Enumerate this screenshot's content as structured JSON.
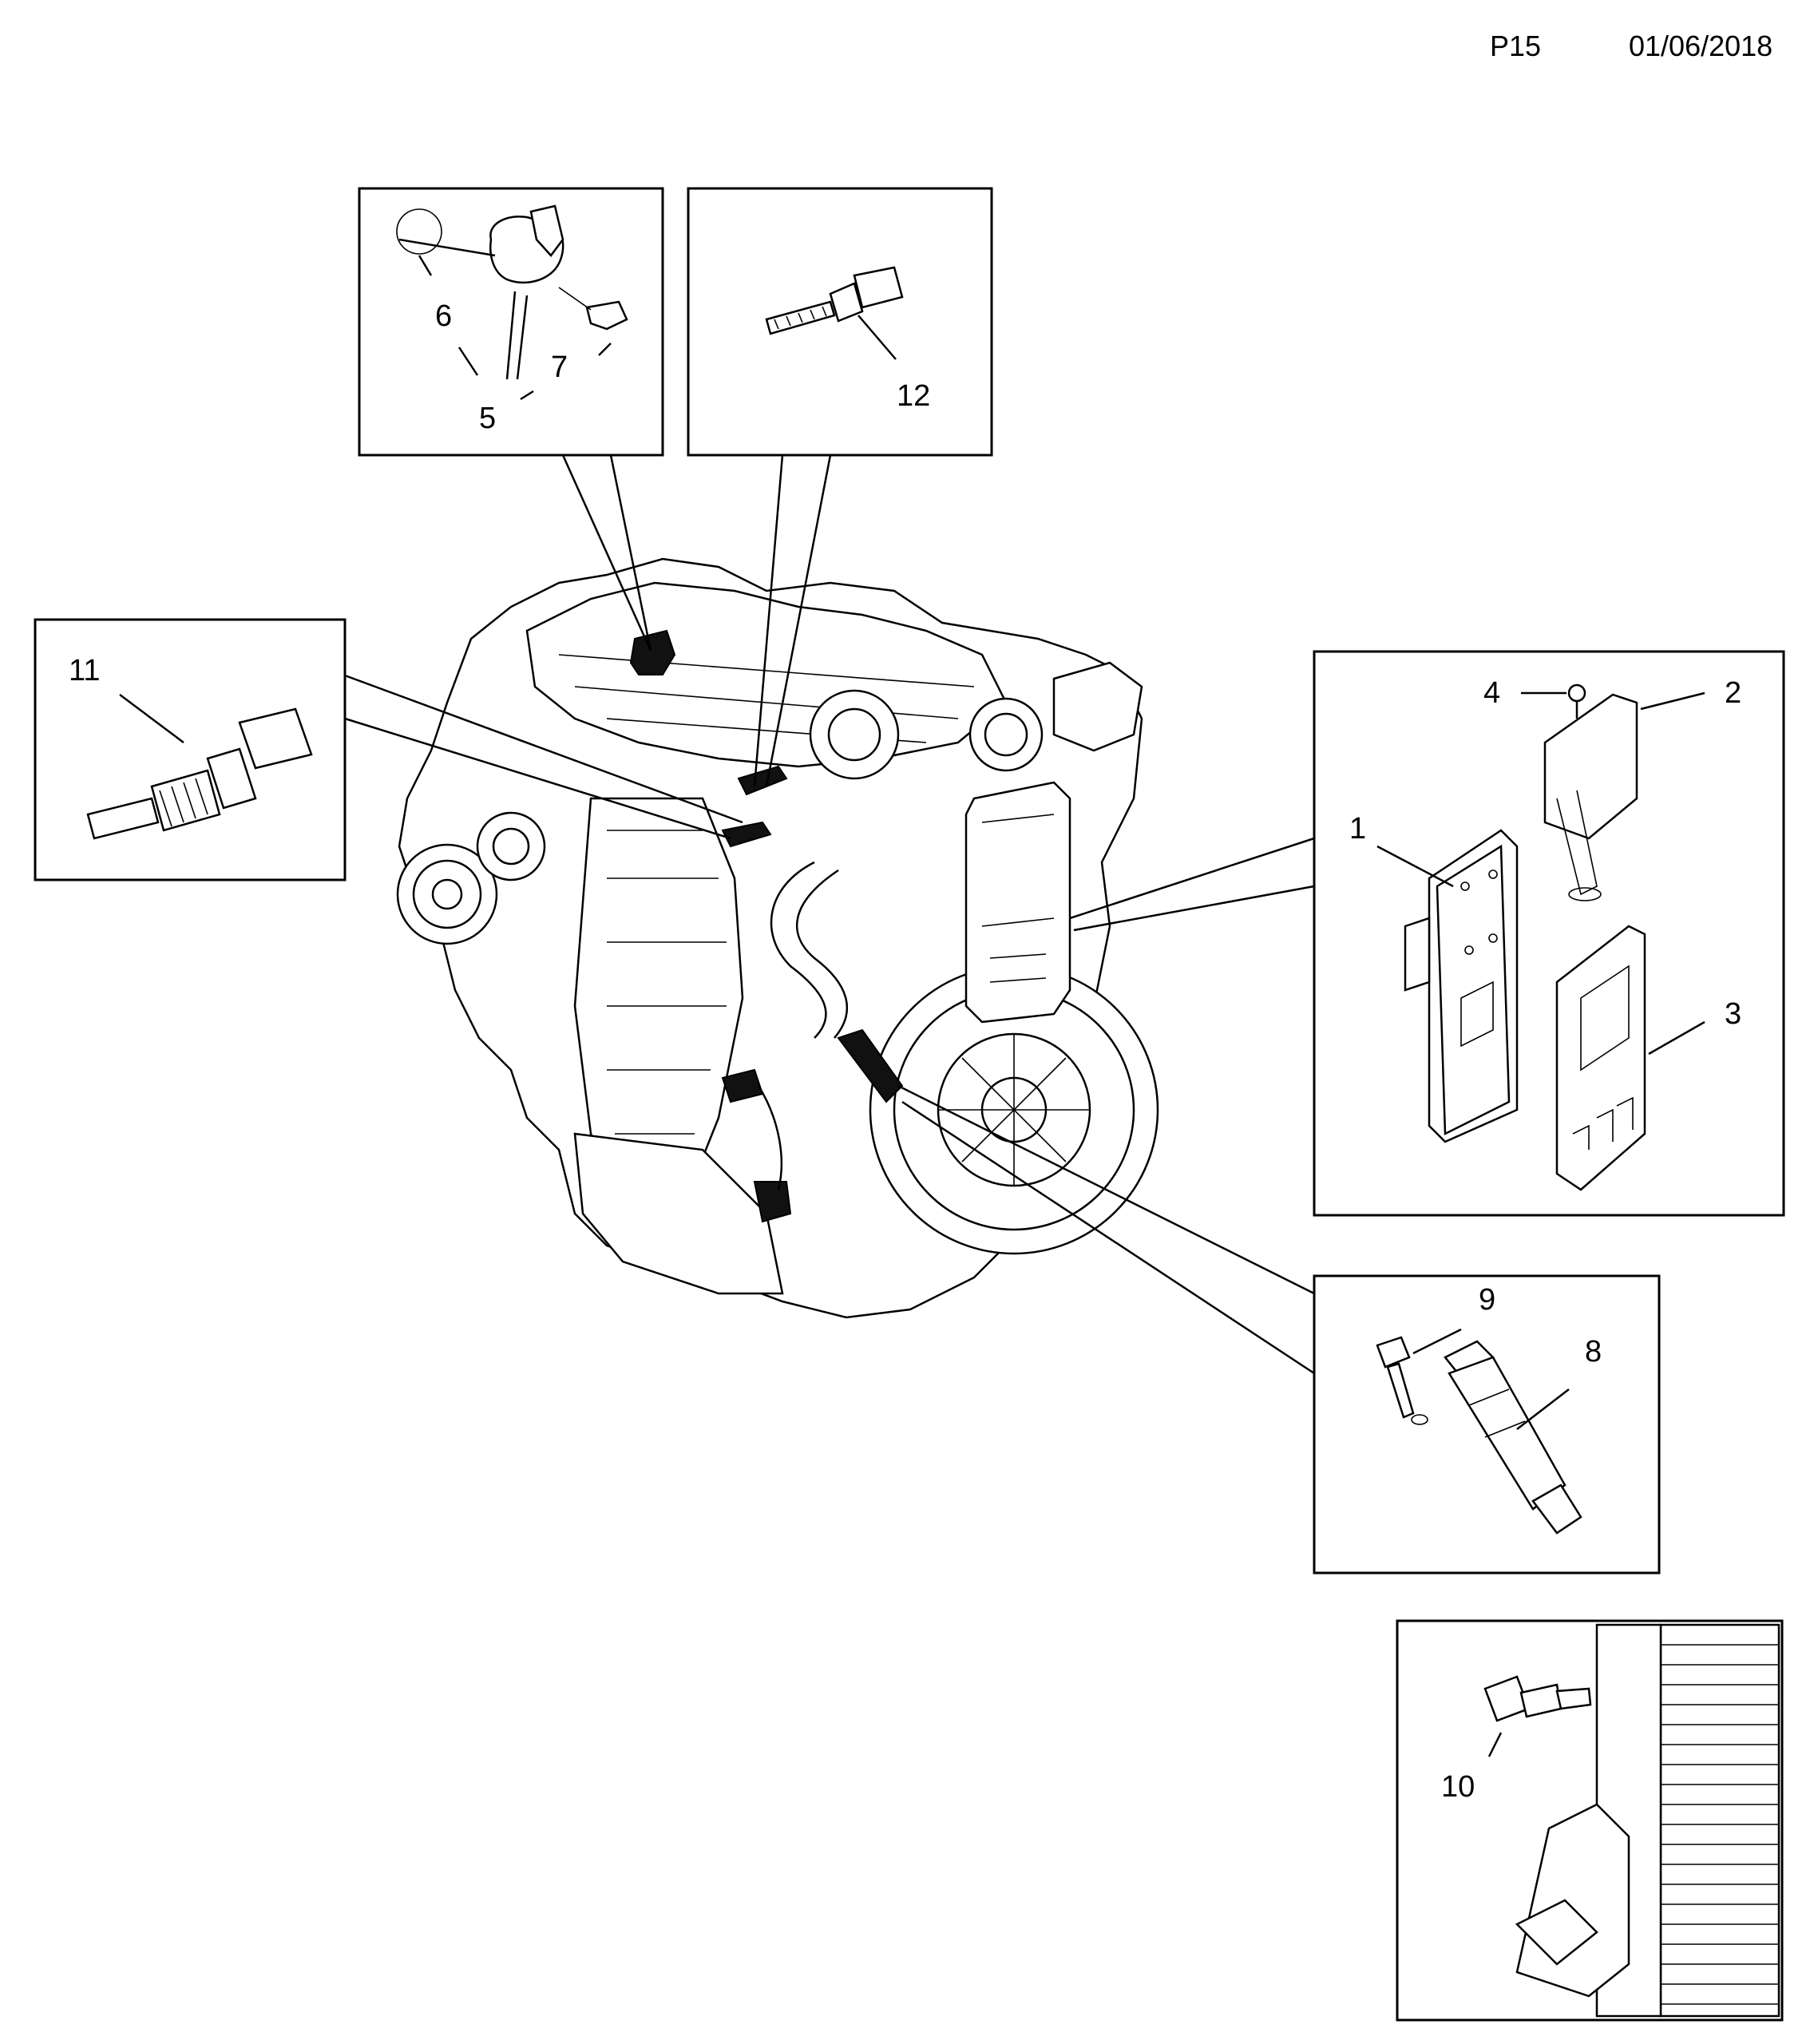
{
  "header": {
    "page_code": "P15",
    "date": "01/06/2018"
  },
  "callouts": {
    "c1": "1",
    "c2": "2",
    "c3": "3",
    "c4": "4",
    "c5": "5",
    "c6": "6",
    "c7": "7",
    "c8": "8",
    "c9": "9",
    "c10": "10",
    "c11": "11",
    "c12": "12"
  }
}
